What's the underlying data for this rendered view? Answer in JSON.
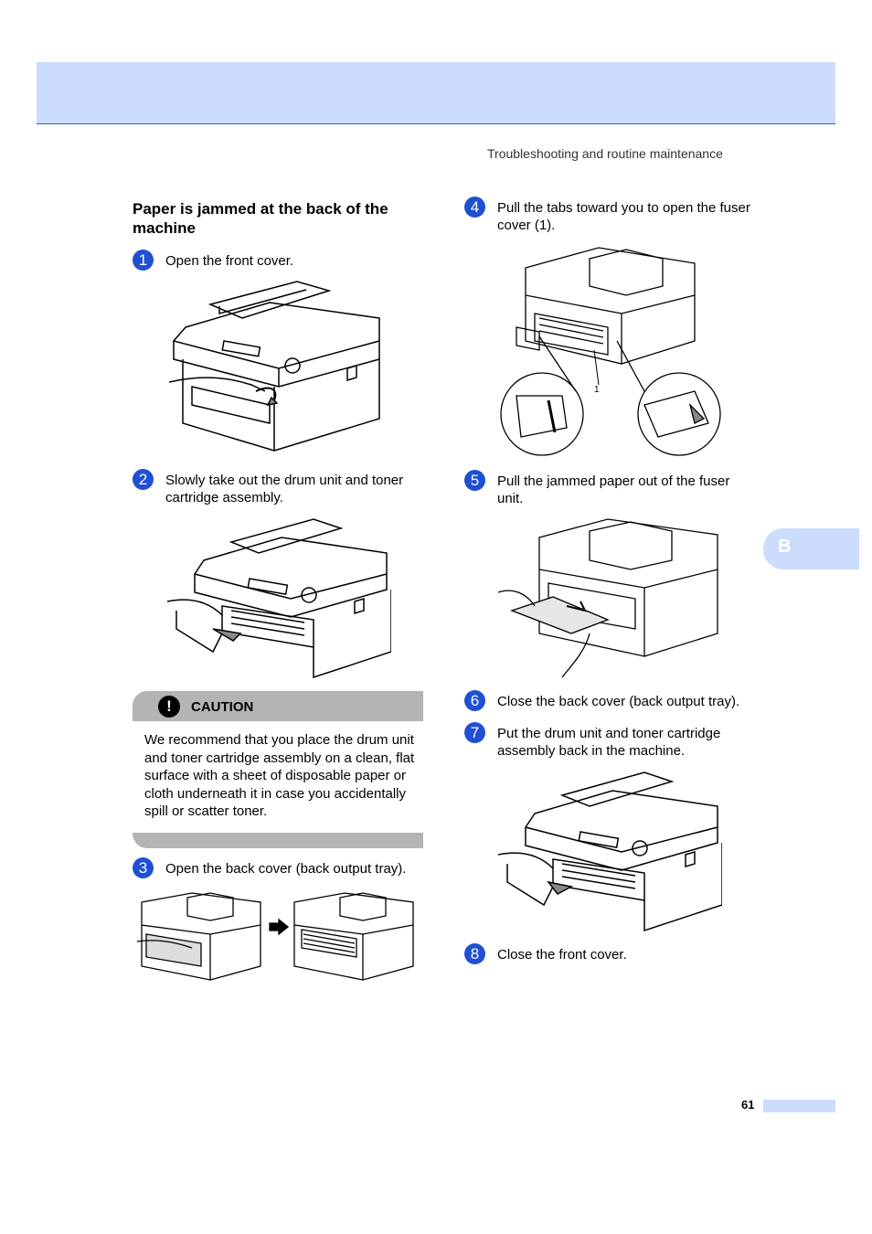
{
  "header": {
    "running_head": "Troubleshooting and routine maintenance"
  },
  "section": {
    "title": "Paper is jammed at the back of the machine"
  },
  "steps": [
    {
      "number": "1",
      "text": "Open the front cover."
    },
    {
      "number": "2",
      "text": "Slowly take out the drum unit and toner cartridge assembly."
    },
    {
      "number": "3",
      "text": "Open the back cover (back output tray)."
    },
    {
      "number": "4",
      "text": "Pull the tabs toward you to open the fuser cover (1)."
    },
    {
      "number": "5",
      "text": "Pull the jammed paper out of the fuser unit."
    },
    {
      "number": "6",
      "text": "Close the back cover (back output tray)."
    },
    {
      "number": "7",
      "text": "Put the drum unit and toner cartridge assembly back in the machine."
    },
    {
      "number": "8",
      "text": "Close the front cover."
    }
  ],
  "caution": {
    "label": "CAUTION",
    "icon_glyph": "!",
    "text": "We recommend that you place the drum unit and toner cartridge assembly on a clean, flat surface with a sheet of disposable paper or cloth underneath it in case you accidentally spill or scatter toner."
  },
  "figures": {
    "fuser_callout": "1"
  },
  "side_tab": {
    "label": "B"
  },
  "footer": {
    "page_number": "61"
  },
  "colors": {
    "accent": "#cbdcfc",
    "step_badge": "#1f4fd2",
    "caution_bar": "#b4b4b4"
  }
}
